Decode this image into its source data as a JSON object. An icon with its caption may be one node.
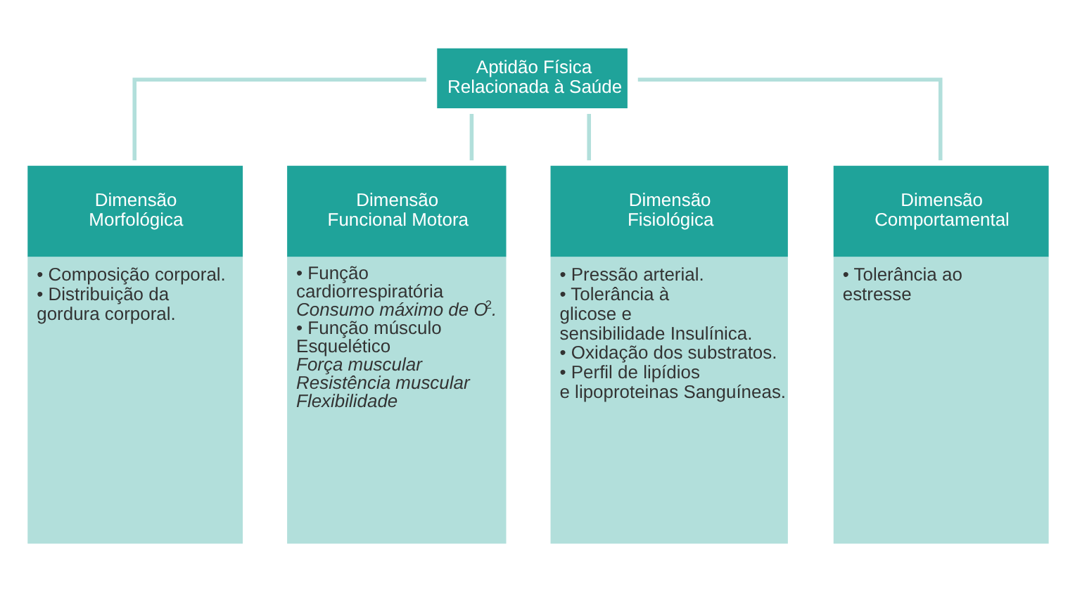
{
  "diagram": {
    "nodes": [
      {
        "text": [
          "Aptidão Física Relacionada à Saúde"
        ]
      },
      {
        "text": [
          "Dimensão Morfológica",
          "• Composição corporal.",
          "• Distribuição da gordura corporal."
        ]
      },
      {
        "text": [
          "Dimensão Funcional Motora",
          "• Função cardiorrespiratória *Consumo máximo de O*$^{2}$*.*",
          "• Função músculo Esquelético *Força muscular* *Resistência muscular* *Flexibilidade*"
        ]
      },
      {
        "text": [
          "Dimensão Fisiológica",
          "• Pressão arterial.",
          "• Tolerância à glicose e sensibilidade Insulínica.",
          "• Oxidação dos substratos.",
          "• Perfil de lipídios e lipoproteinas Sanguíneas."
        ]
      },
      {
        "text": [
          "Dimensão Comportamental",
          "• Tolerância ao estresse"
        ]
      }
    ],
    "edges": [
      {
        "from": 0,
        "to": 1,
        "arrow": "none"
      },
      {
        "from": 0,
        "to": 2,
        "arrow": "none"
      },
      {
        "from": 0,
        "to": 3,
        "arrow": "none"
      },
      {
        "from": 0,
        "to": 4,
        "arrow": "none"
      }
    ]
  }
}
